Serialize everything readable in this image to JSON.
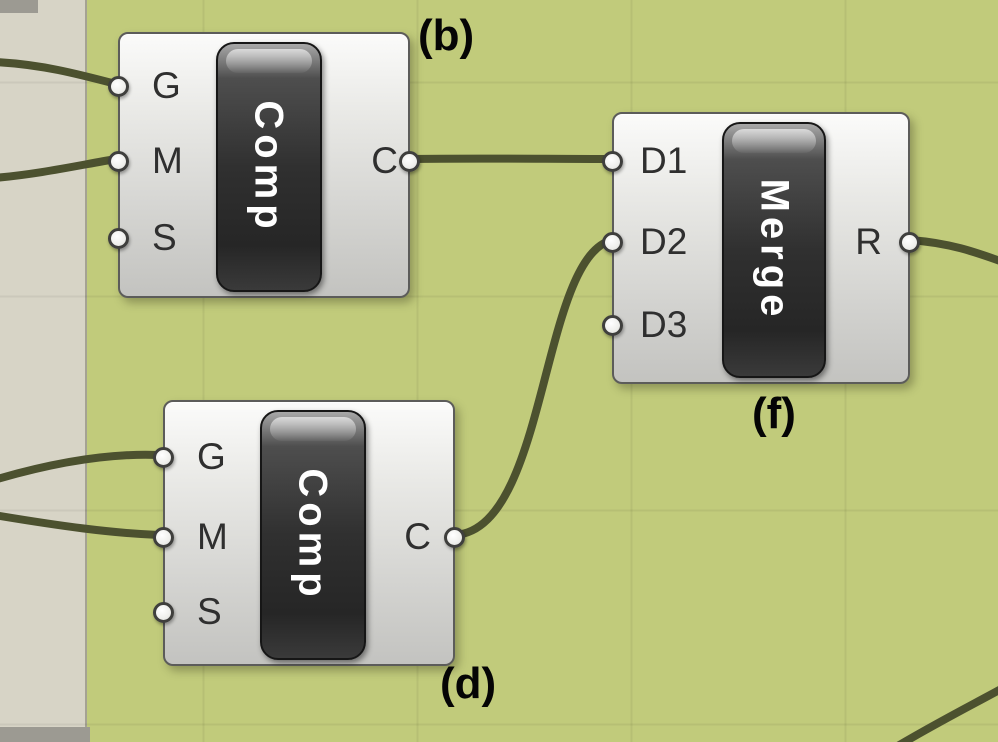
{
  "colors": {
    "canvas_bg": "#c1cb7b",
    "panel_strip": "#d7d4c6",
    "corner_block": "#9c9a92",
    "wire": "#4c512f",
    "component_body": "#d9d9d6",
    "capsule_dark": "#2d2d2d",
    "label_text": "#2f2f2f"
  },
  "components": [
    {
      "name": "Comp",
      "annotation": "(b)",
      "inputs": [
        "G",
        "M",
        "S"
      ],
      "outputs": [
        "C"
      ]
    },
    {
      "name": "Merge",
      "annotation": "(f)",
      "inputs": [
        "D1",
        "D2",
        "D3"
      ],
      "outputs": [
        "R"
      ]
    },
    {
      "name": "Comp",
      "annotation": "(d)",
      "inputs": [
        "G",
        "M",
        "S"
      ],
      "outputs": [
        "C"
      ]
    }
  ],
  "connections": [
    {
      "from": "offscreen-left",
      "to": "Comp(b).G"
    },
    {
      "from": "offscreen-left",
      "to": "Comp(b).M"
    },
    {
      "from": "Comp(b).C",
      "to": "Merge(f).D1"
    },
    {
      "from": "Comp(d).C",
      "to": "Merge(f).D2"
    },
    {
      "from": "offscreen-left",
      "to": "Comp(d).G"
    },
    {
      "from": "offscreen-left",
      "to": "Comp(d).M"
    },
    {
      "from": "Merge(f).R",
      "to": "offscreen-right"
    },
    {
      "from": "offscreen-bottom",
      "to": "offscreen-right"
    }
  ]
}
